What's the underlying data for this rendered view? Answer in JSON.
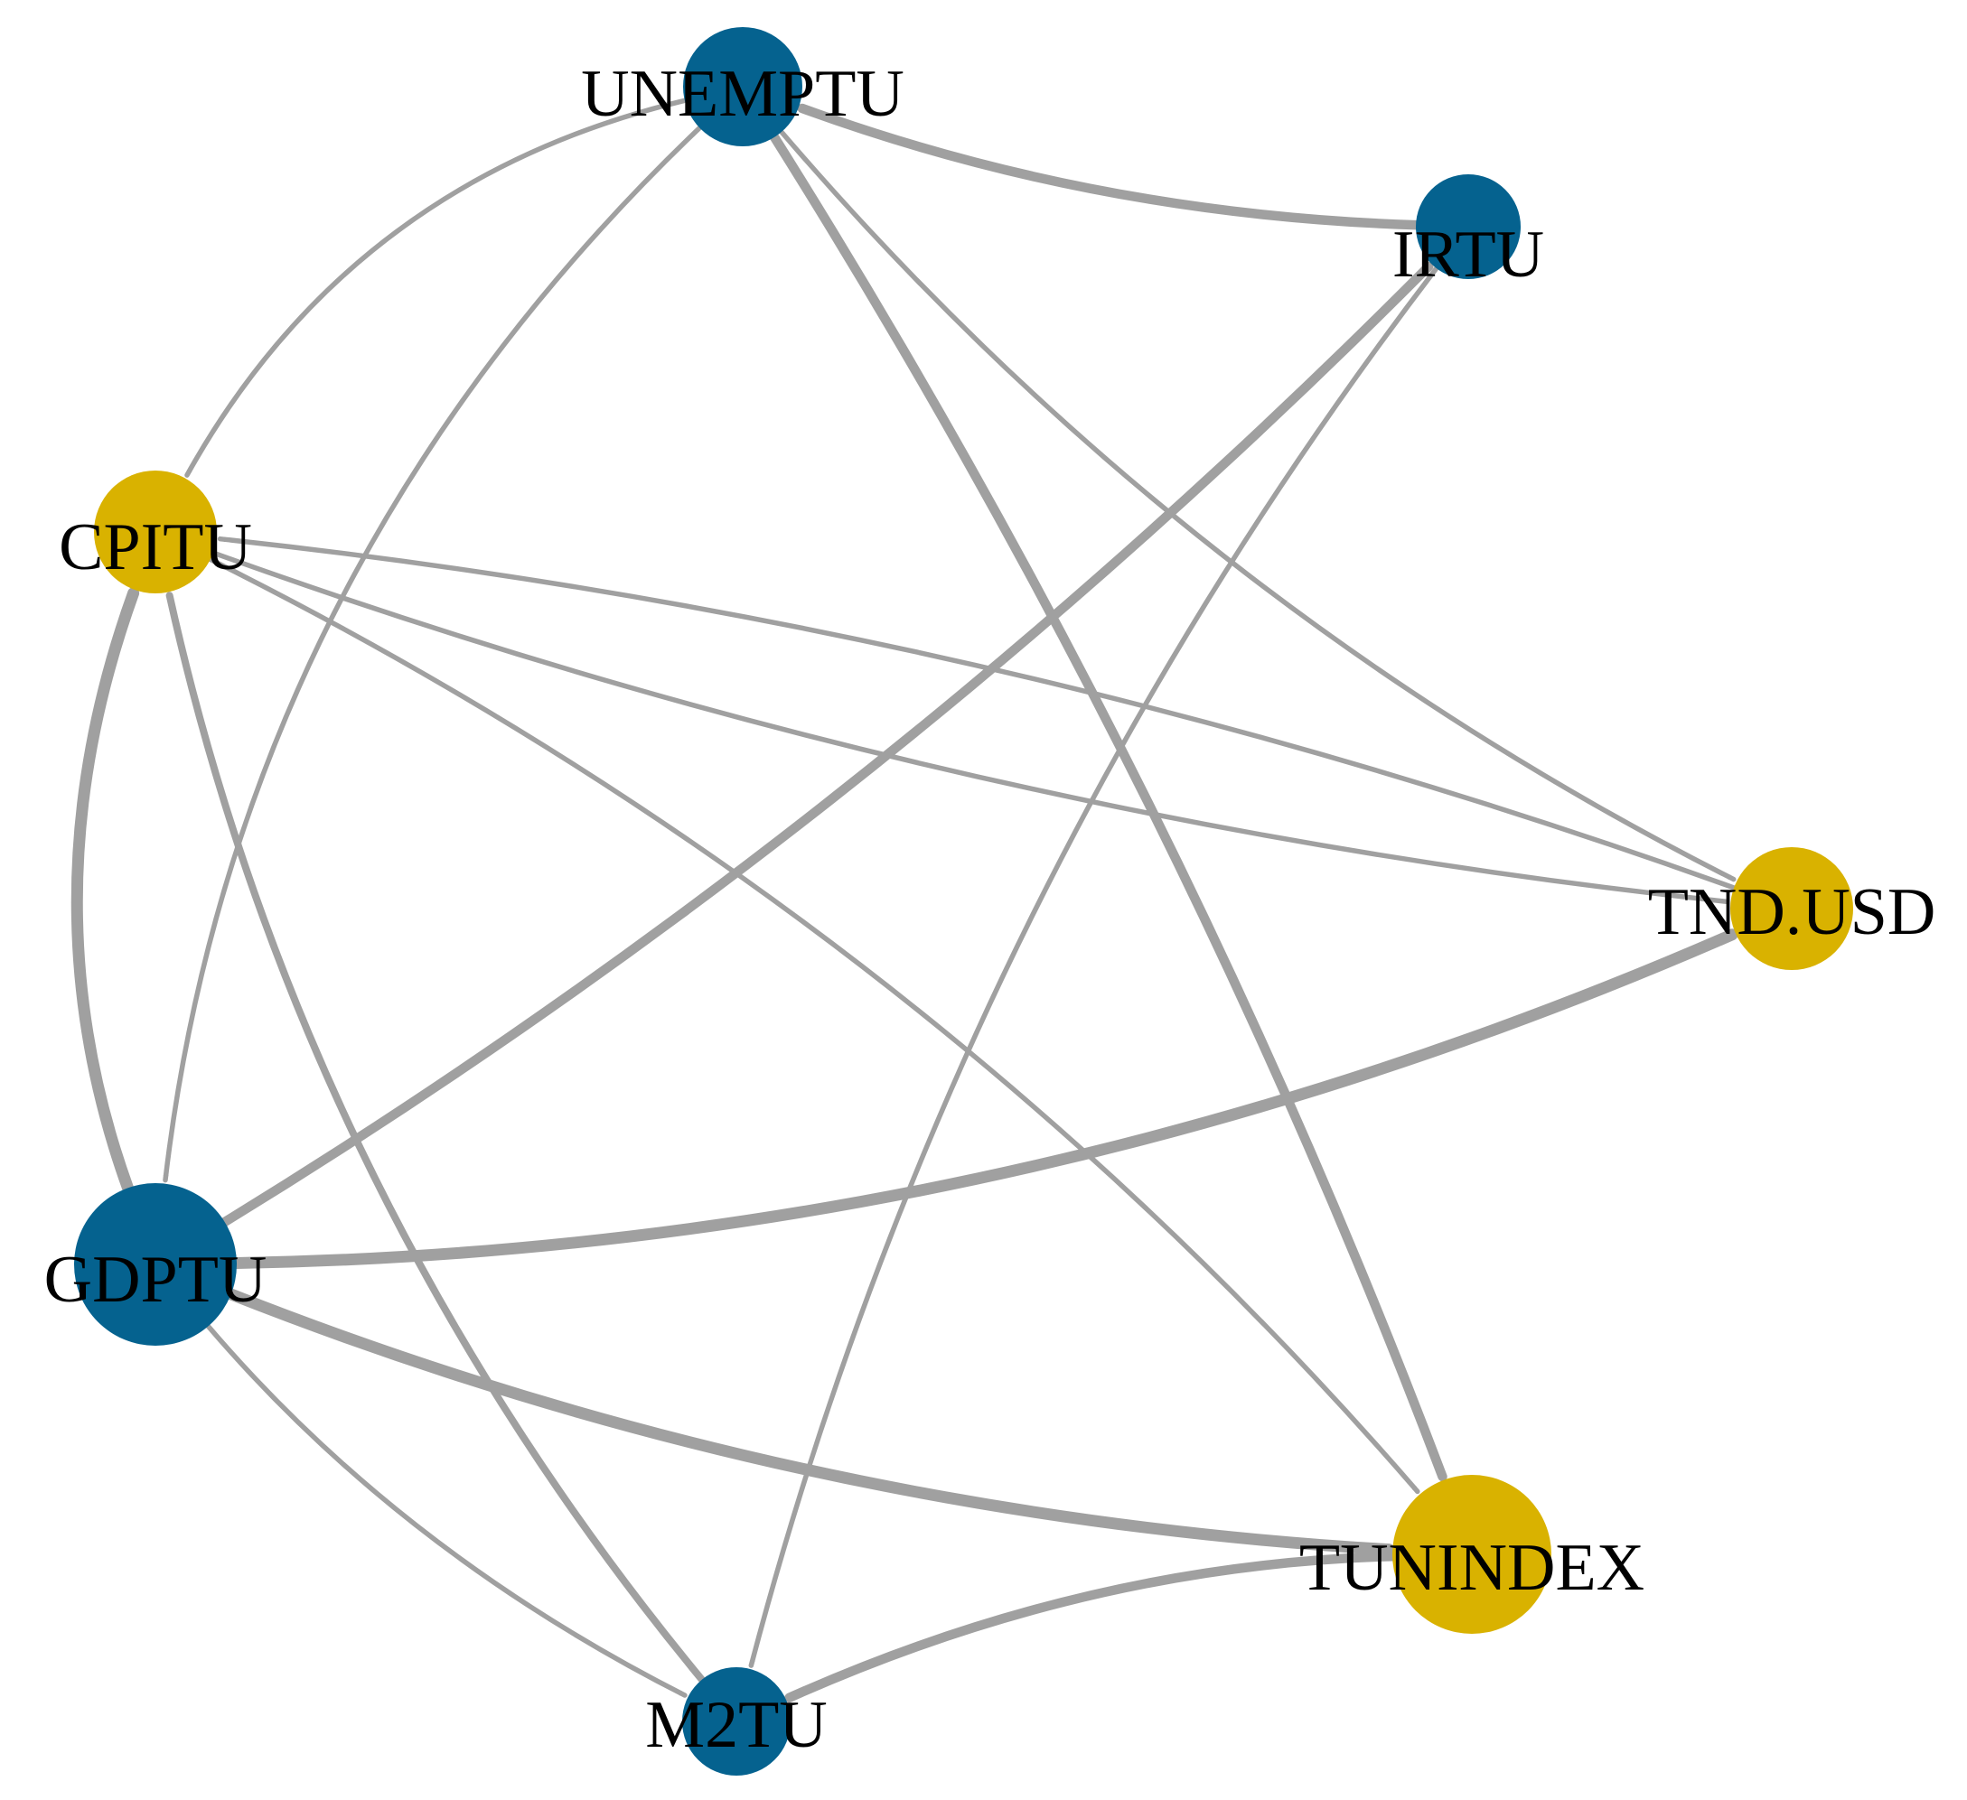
{
  "colors": {
    "transmitter": "#05628f",
    "receiver": "#d9b200",
    "edge": "#a0a0a0",
    "label": "#000000"
  },
  "nodes": [
    {
      "id": "UNEMPTU",
      "label": "UNEMPTU",
      "group": "transmitter"
    },
    {
      "id": "IRTU",
      "label": "IRTU",
      "group": "transmitter"
    },
    {
      "id": "CPITU",
      "label": "CPITU",
      "group": "receiver"
    },
    {
      "id": "TND.USD",
      "label": "TND.USD",
      "group": "receiver"
    },
    {
      "id": "GDPTU",
      "label": "GDPTU",
      "group": "transmitter"
    },
    {
      "id": "TUNINDEX",
      "label": "TUNINDEX",
      "group": "receiver"
    },
    {
      "id": "M2TU",
      "label": "M2TU",
      "group": "transmitter"
    }
  ],
  "edges": [
    {
      "from": "UNEMPTU",
      "to": "CPITU",
      "weight": 1
    },
    {
      "from": "UNEMPTU",
      "to": "GDPTU",
      "weight": 1
    },
    {
      "from": "UNEMPTU",
      "to": "TUNINDEX",
      "weight": 3
    },
    {
      "from": "UNEMPTU",
      "to": "TND.USD",
      "weight": 1
    },
    {
      "from": "IRTU",
      "to": "UNEMPTU",
      "weight": 3
    },
    {
      "from": "IRTU",
      "to": "M2TU",
      "weight": 1
    },
    {
      "from": "GDPTU",
      "to": "IRTU",
      "weight": 3
    },
    {
      "from": "GDPTU",
      "to": "CPITU",
      "weight": 4
    },
    {
      "from": "GDPTU",
      "to": "TND.USD",
      "weight": 4
    },
    {
      "from": "GDPTU",
      "to": "TUNINDEX",
      "weight": 4
    },
    {
      "from": "GDPTU",
      "to": "M2TU",
      "weight": 1
    },
    {
      "from": "CPITU",
      "to": "TND.USD",
      "weight": 1
    },
    {
      "from": "CPITU",
      "to": "TUNINDEX",
      "weight": 1
    },
    {
      "from": "TND.USD",
      "to": "CPITU",
      "weight": 1
    },
    {
      "from": "M2TU",
      "to": "CPITU",
      "weight": 2
    },
    {
      "from": "TUNINDEX",
      "to": "M2TU",
      "weight": 3
    }
  ]
}
